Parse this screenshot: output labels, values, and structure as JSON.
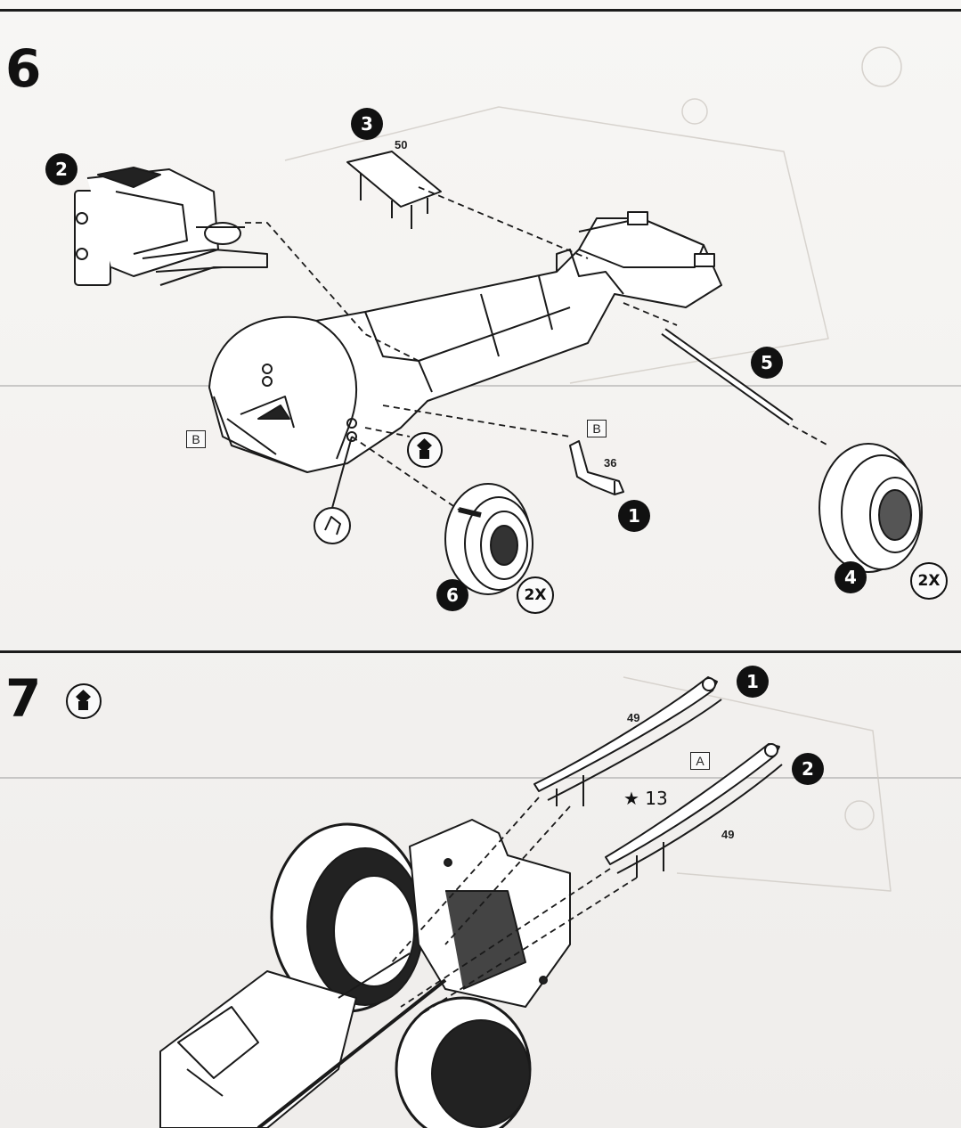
{
  "steps": [
    {
      "number": "6",
      "callouts": [
        "1",
        "2",
        "3",
        "4",
        "5",
        "6"
      ],
      "part_numbers": [
        "50",
        "36"
      ],
      "sprue_labels": [
        "B",
        "B"
      ],
      "quantities": [
        "2X",
        "2X"
      ]
    },
    {
      "number": "7",
      "callouts": [
        "1",
        "2"
      ],
      "part_numbers": [
        "49",
        "49"
      ],
      "sprue_labels": [
        "A"
      ],
      "note": "★ 13"
    }
  ],
  "icons": {
    "glue": "cement-icon",
    "detail": "magnifier-detail-icon"
  },
  "colors": {
    "ink": "#111111",
    "paper": "#f4f2f0"
  }
}
